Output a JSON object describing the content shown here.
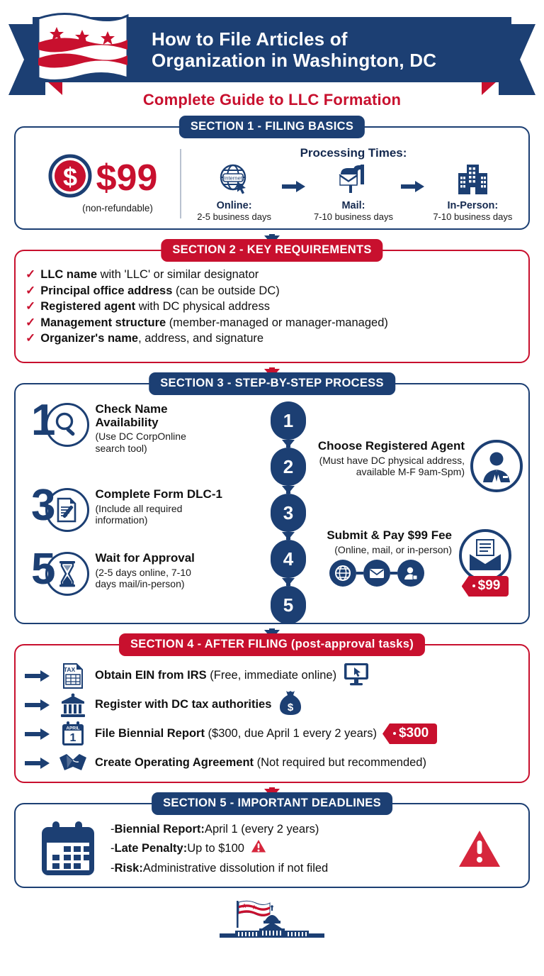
{
  "colors": {
    "navy": "#1c3f73",
    "red": "#c8102e",
    "text": "#111111"
  },
  "header": {
    "title_line1": "How to File Articles of",
    "title_line2": "Organization in Washington, DC",
    "subtitle": "Complete Guide to LLC Formation",
    "flag_icon": "dc-flag-icon"
  },
  "section1": {
    "pill": "SECTION 1 - FILING BASICS",
    "fee_amount": "$99",
    "fee_note": "(non-refundable)",
    "coin_icon": "dollar-coin-icon",
    "processing_title": "Processing Times:",
    "methods": [
      {
        "icon": "globe-internet-cursor-icon",
        "label": "Online:",
        "time": "2-5 business days"
      },
      {
        "icon": "mailbox-envelope-icon",
        "label": "Mail:",
        "time": "7-10 business days"
      },
      {
        "icon": "office-building-icon",
        "label": "In-Person:",
        "time": "7-10 business days"
      }
    ],
    "arrow_icon": "arrow-right-icon"
  },
  "section2": {
    "pill": "SECTION 2 - KEY REQUIREMENTS",
    "check_icon": "check-mark-icon",
    "items": [
      {
        "strong": "LLC name",
        "rest": " with 'LLC' or similar designator"
      },
      {
        "strong": "Principal office address",
        "rest": " (can be outside DC)"
      },
      {
        "strong": "Registered agent",
        "rest": " with DC physical address"
      },
      {
        "strong": "Management structure",
        "rest": " (member-managed or manager-managed)"
      },
      {
        "strong": "Organizer's name",
        "rest": ", address, and signature"
      }
    ]
  },
  "section3": {
    "pill": "SECTION 3 - STEP-BY-STEP PROCESS",
    "nodes": [
      "1",
      "2",
      "3",
      "4",
      "5"
    ],
    "steps": [
      {
        "num": "1",
        "icon": "magnifier-icon",
        "title": "Check Name Availability",
        "sub": "(Use DC CorpOnline\nsearch tool)"
      },
      {
        "num": "2",
        "icon": "business-person-icon",
        "title": "Choose Registered Agent",
        "sub": "(Must have DC physical address,\navailable M-F 9am-Spm)"
      },
      {
        "num": "3",
        "icon": "form-pencil-icon",
        "title": "Complete Form DLC-1",
        "sub": "(Include all required\ninformation)"
      },
      {
        "num": "4",
        "icon": "open-envelope-icon",
        "title": "Submit & Pay $99 Fee",
        "sub": "(Online, mail, or in-person)",
        "badge": "$99",
        "trio": [
          "globe-icon",
          "envelope-icon",
          "person-icon"
        ]
      },
      {
        "num": "5",
        "icon": "hourglass-icon",
        "title": "Wait for Approval",
        "sub": "(2-5 days online, 7-10\ndays mail/in-person)"
      }
    ]
  },
  "section4": {
    "pill": "SECTION 4 - AFTER FILING (post-approval tasks)",
    "arrow_icon": "arrow-right-icon",
    "rows": [
      {
        "icon": "tax-form-icon",
        "strong": "Obtain EIN from IRS",
        "rest": " (Free, immediate online)",
        "extra_icon": "monitor-cursor-icon"
      },
      {
        "icon": "government-bank-icon",
        "strong": "Register with DC tax authorities",
        "rest": "",
        "extra_icon": "money-bag-icon"
      },
      {
        "icon": "april-calendar-icon",
        "strong": "File Biennial Report",
        "rest": " ($300, due April 1 every 2 years)",
        "badge": "$300"
      },
      {
        "icon": "handshake-icon",
        "strong": "Create Operating Agreement",
        "rest": " (Not required but recommended)"
      }
    ]
  },
  "section5": {
    "pill": "SECTION 5 - IMPORTANT DEADLINES",
    "calendar_icon": "calendar-icon",
    "warning_icon": "warning-triangle-icon",
    "lines": [
      {
        "dash": "- ",
        "strong": "Biennial Report:",
        "rest": " April 1 (every 2 years)",
        "warn": false
      },
      {
        "dash": "- ",
        "strong": "Late Penalty:",
        "rest": " Up to $100",
        "warn": true
      },
      {
        "dash": "- ",
        "strong": "Risk:",
        "rest": " Administrative dissolution if not filed",
        "warn": false
      }
    ]
  },
  "footer": {
    "icon": "capitol-building-flag-icon"
  }
}
